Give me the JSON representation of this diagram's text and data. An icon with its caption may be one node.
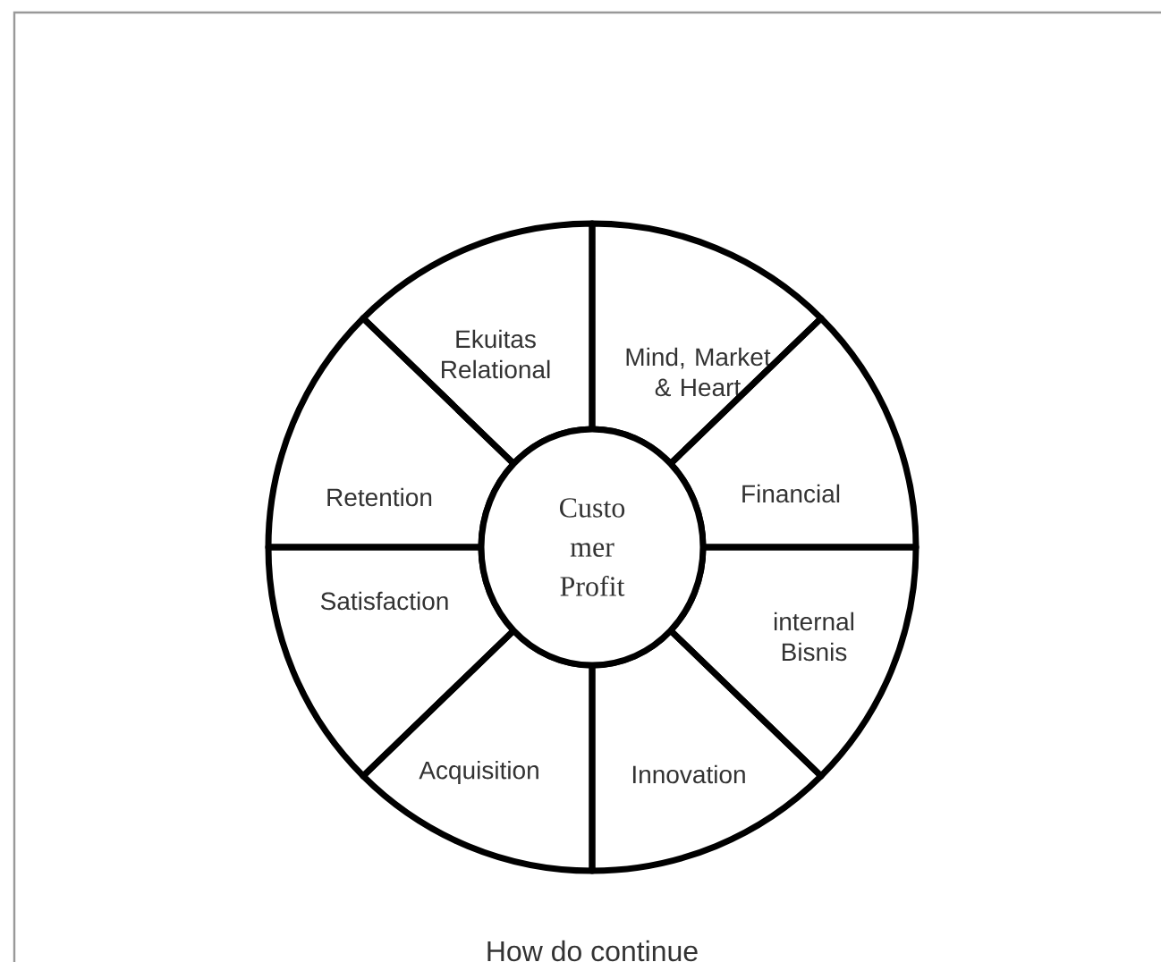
{
  "diagram": {
    "caption": "How do continue",
    "nodes": [
      {
        "text": [
          "Custo mer Profit"
        ]
      },
      {
        "text": [
          "Ekuitas Relational"
        ]
      },
      {
        "text": [
          "Mind, Market & Heart"
        ]
      },
      {
        "text": [
          "Financial"
        ]
      },
      {
        "text": [
          "internal Bisnis"
        ]
      },
      {
        "text": [
          "Innovation"
        ]
      },
      {
        "text": [
          "Acquisition"
        ]
      },
      {
        "text": [
          "Satisfaction"
        ]
      },
      {
        "text": [
          "Retention"
        ]
      }
    ],
    "edges": []
  }
}
